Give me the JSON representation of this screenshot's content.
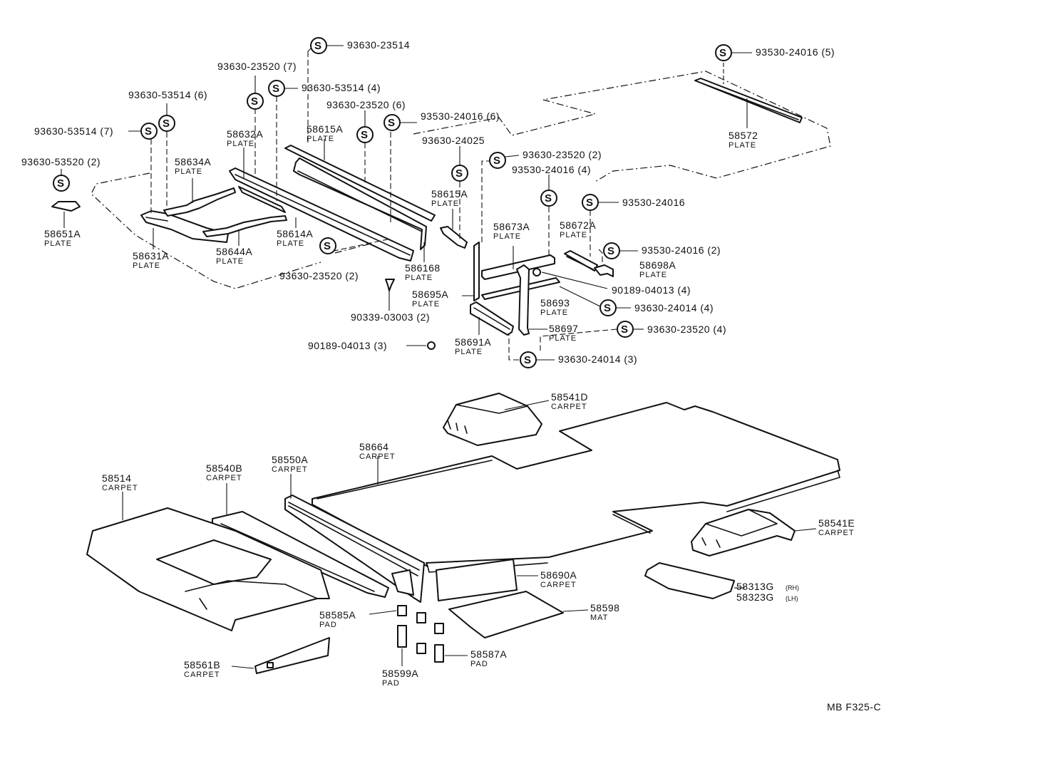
{
  "labels": {
    "sym": "S",
    "plate": "PLATE",
    "carpet": "CARPET",
    "pad": "PAD",
    "mat": "MAT",
    "f1": "93630-23514",
    "f2": "93630-23520 (7)",
    "f3": "93630-53514 (4)",
    "f4": "93630-53514 (6)",
    "f5": "93630-53514 (7)",
    "f6": "93630-53520 (2)",
    "f7": "93630-23520 (6)",
    "f8": "93530-24016 (6)",
    "f9": "93630-24025",
    "f10": "93630-23520 (2)",
    "f11": "93530-24016 (4)",
    "f12": "93530-24016",
    "f13": "93530-24016 (2)",
    "f14": "90189-04013 (4)",
    "f15": "93630-24014 (4)",
    "f16": "93630-23520 (4)",
    "f17": "93630-24014 (3)",
    "f18": "90189-04013 (3)",
    "f19": "90339-03003 (2)",
    "f20": "93630-23520 (2)",
    "f21": "93530-24016 (5)",
    "p58572": "58572",
    "p58651A": "58651A",
    "p58634A": "58634A",
    "p58632A": "58632A",
    "p58615A_1": "58615A",
    "p58631A": "58631A",
    "p58644A": "58644A",
    "p58614A": "58614A",
    "p58616B": "586168",
    "p58615A_2": "58615A",
    "p58673A": "58673A",
    "p58672A": "58672A",
    "p58698A": "58698A",
    "p58695A": "58695A",
    "p58693": "58693",
    "p58697": "58697",
    "p58691A": "58691A",
    "p58541D": "58541D",
    "p58664": "58664",
    "p58550A": "58550A",
    "p58540B": "58540B",
    "p58514": "58514",
    "p58541E": "58541E",
    "p58690A": "58690A",
    "p58313G": "58313G",
    "p58323G": "58323G",
    "rh": "(RH)",
    "lh": "(LH)",
    "p58598": "58598",
    "p58585A": "58585A",
    "p58587A": "58587A",
    "p58599A": "58599A",
    "p58561B": "58561B",
    "ref": "MB F325-C"
  }
}
